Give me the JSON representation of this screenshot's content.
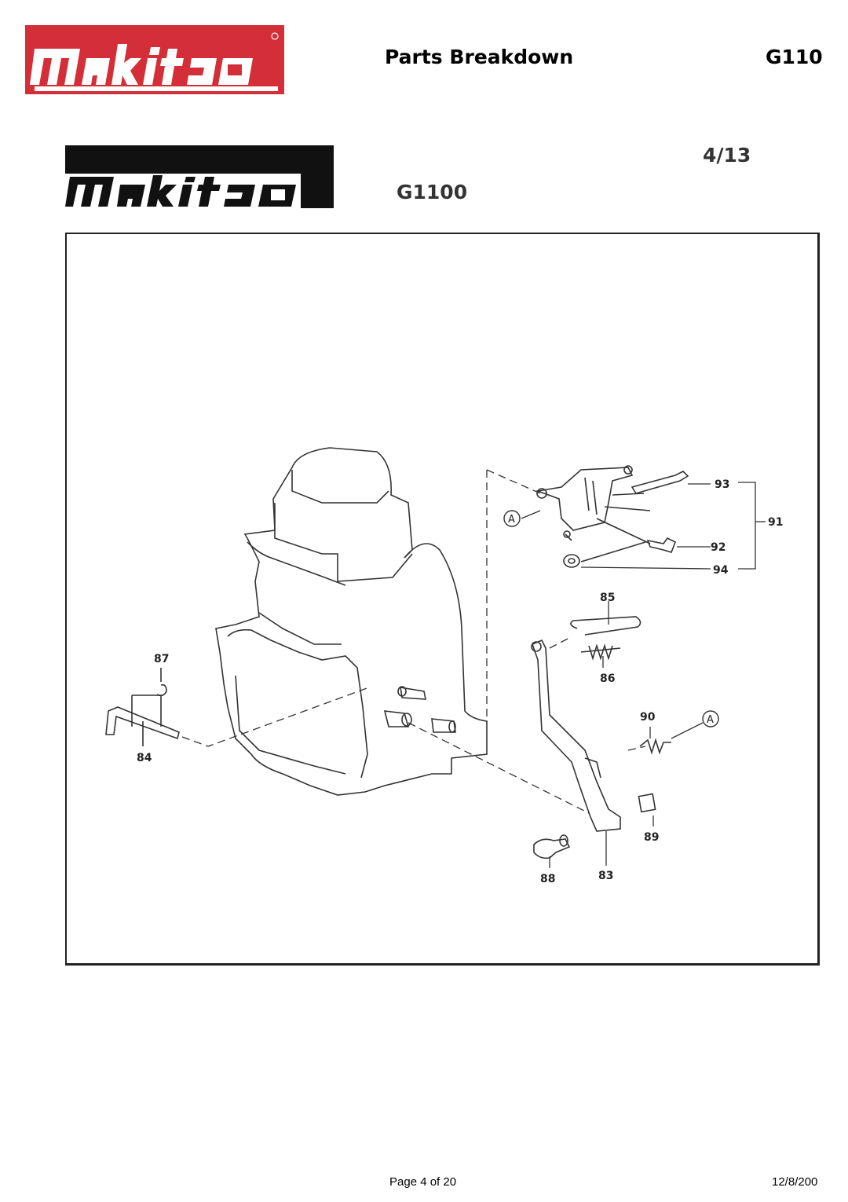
{
  "header": {
    "brand": "makita",
    "title": "Parts Breakdown",
    "model": "G110",
    "brand_color": "#d42e38"
  },
  "sheet": {
    "brand": "makita",
    "sheet_number": "4/13",
    "model": "G1100"
  },
  "diagram": {
    "callout_labels": [
      "93",
      "91",
      "92",
      "94",
      "85",
      "86",
      "87",
      "84",
      "90",
      "89",
      "88",
      "83"
    ],
    "reference_marks": [
      "A",
      "A"
    ]
  },
  "footer": {
    "page": "Page 4 of 20",
    "date": "12/8/200"
  }
}
